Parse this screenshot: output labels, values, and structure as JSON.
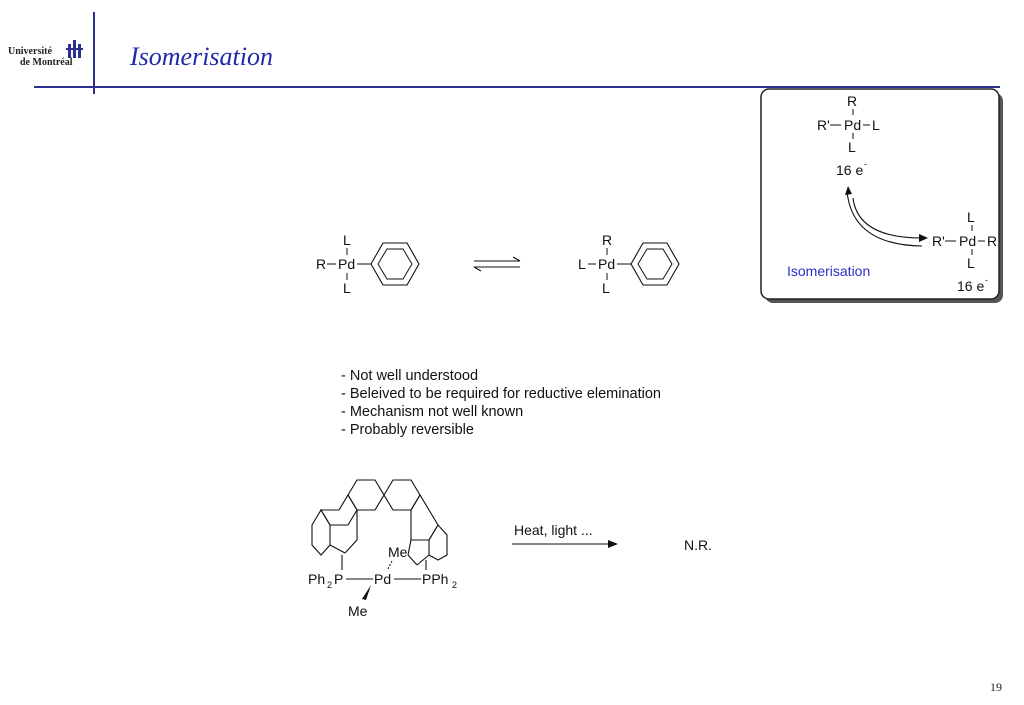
{
  "header": {
    "logo_line1": "Université",
    "logo_line2": "de Montréal",
    "title": "Isomerisation"
  },
  "page_number": "19",
  "box": {
    "top_complex": {
      "top": "R",
      "left": "R'",
      "center": "Pd",
      "right": "L",
      "bottom": "L"
    },
    "electrons_1": "16 e",
    "electron_sup": "-",
    "label": "Isomerisation",
    "right_complex": {
      "top": "L",
      "left": "R'",
      "center": "Pd",
      "right": "R",
      "bottom": "L"
    },
    "electrons_2": "16 e"
  },
  "equilibrium": {
    "left": {
      "top": "L",
      "left": "R",
      "center": "Pd",
      "bottom": "L"
    },
    "right": {
      "top": "R",
      "left": "L",
      "center": "Pd",
      "bottom": "L"
    }
  },
  "notes": [
    "- Not well understood",
    "- Beleived to be required for reductive elemination",
    "- Mechanism not well known",
    "- Probably reversible"
  ],
  "reaction": {
    "ph2p": "Ph",
    "ph2p_sub": "2",
    "ph2p_p": "P",
    "pd": "Pd",
    "pph2": "PPh",
    "pph2_sub": "2",
    "me_top": "Me",
    "me_bottom": "Me",
    "conditions": "Heat, light ...",
    "result": "N.R."
  },
  "colors": {
    "brand_blue": "#1f2aa8",
    "rule_blue": "#2b2f8f",
    "label_blue": "#2e2ec8"
  }
}
